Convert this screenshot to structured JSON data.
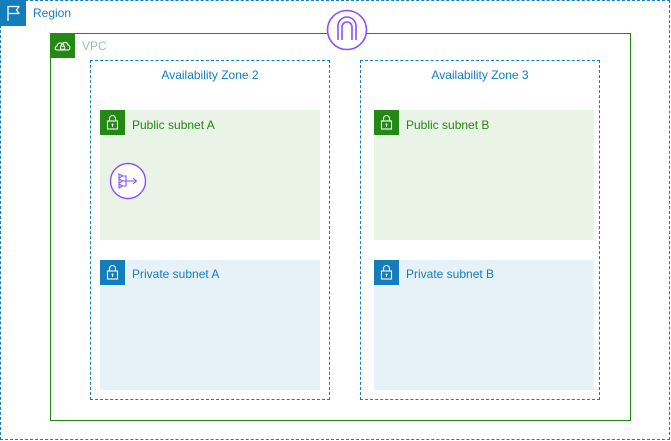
{
  "region": {
    "label": "Region",
    "icon": "flag-icon",
    "color": "#147eba"
  },
  "vpc": {
    "label": "VPC",
    "icon": "cloud-lock-icon",
    "color": "#248814",
    "gateway_icon": "internet-gateway-icon",
    "gateway_color": "#8c4fff"
  },
  "availability_zones": [
    {
      "label": "Availability Zone 2",
      "subnets": {
        "public": {
          "label": "Public subnet A",
          "icon": "lock-icon",
          "resource_icon": "nat-gateway-icon"
        },
        "private": {
          "label": "Private subnet A",
          "icon": "lock-icon"
        }
      }
    },
    {
      "label": "Availability Zone 3",
      "subnets": {
        "public": {
          "label": "Public subnet B",
          "icon": "lock-icon"
        },
        "private": {
          "label": "Private subnet B",
          "icon": "lock-icon"
        }
      }
    }
  ],
  "colors": {
    "public_subnet_fill": "#e9f3e6",
    "private_subnet_fill": "#e6f2f8",
    "public_accent": "#248814",
    "private_accent": "#147eba"
  }
}
